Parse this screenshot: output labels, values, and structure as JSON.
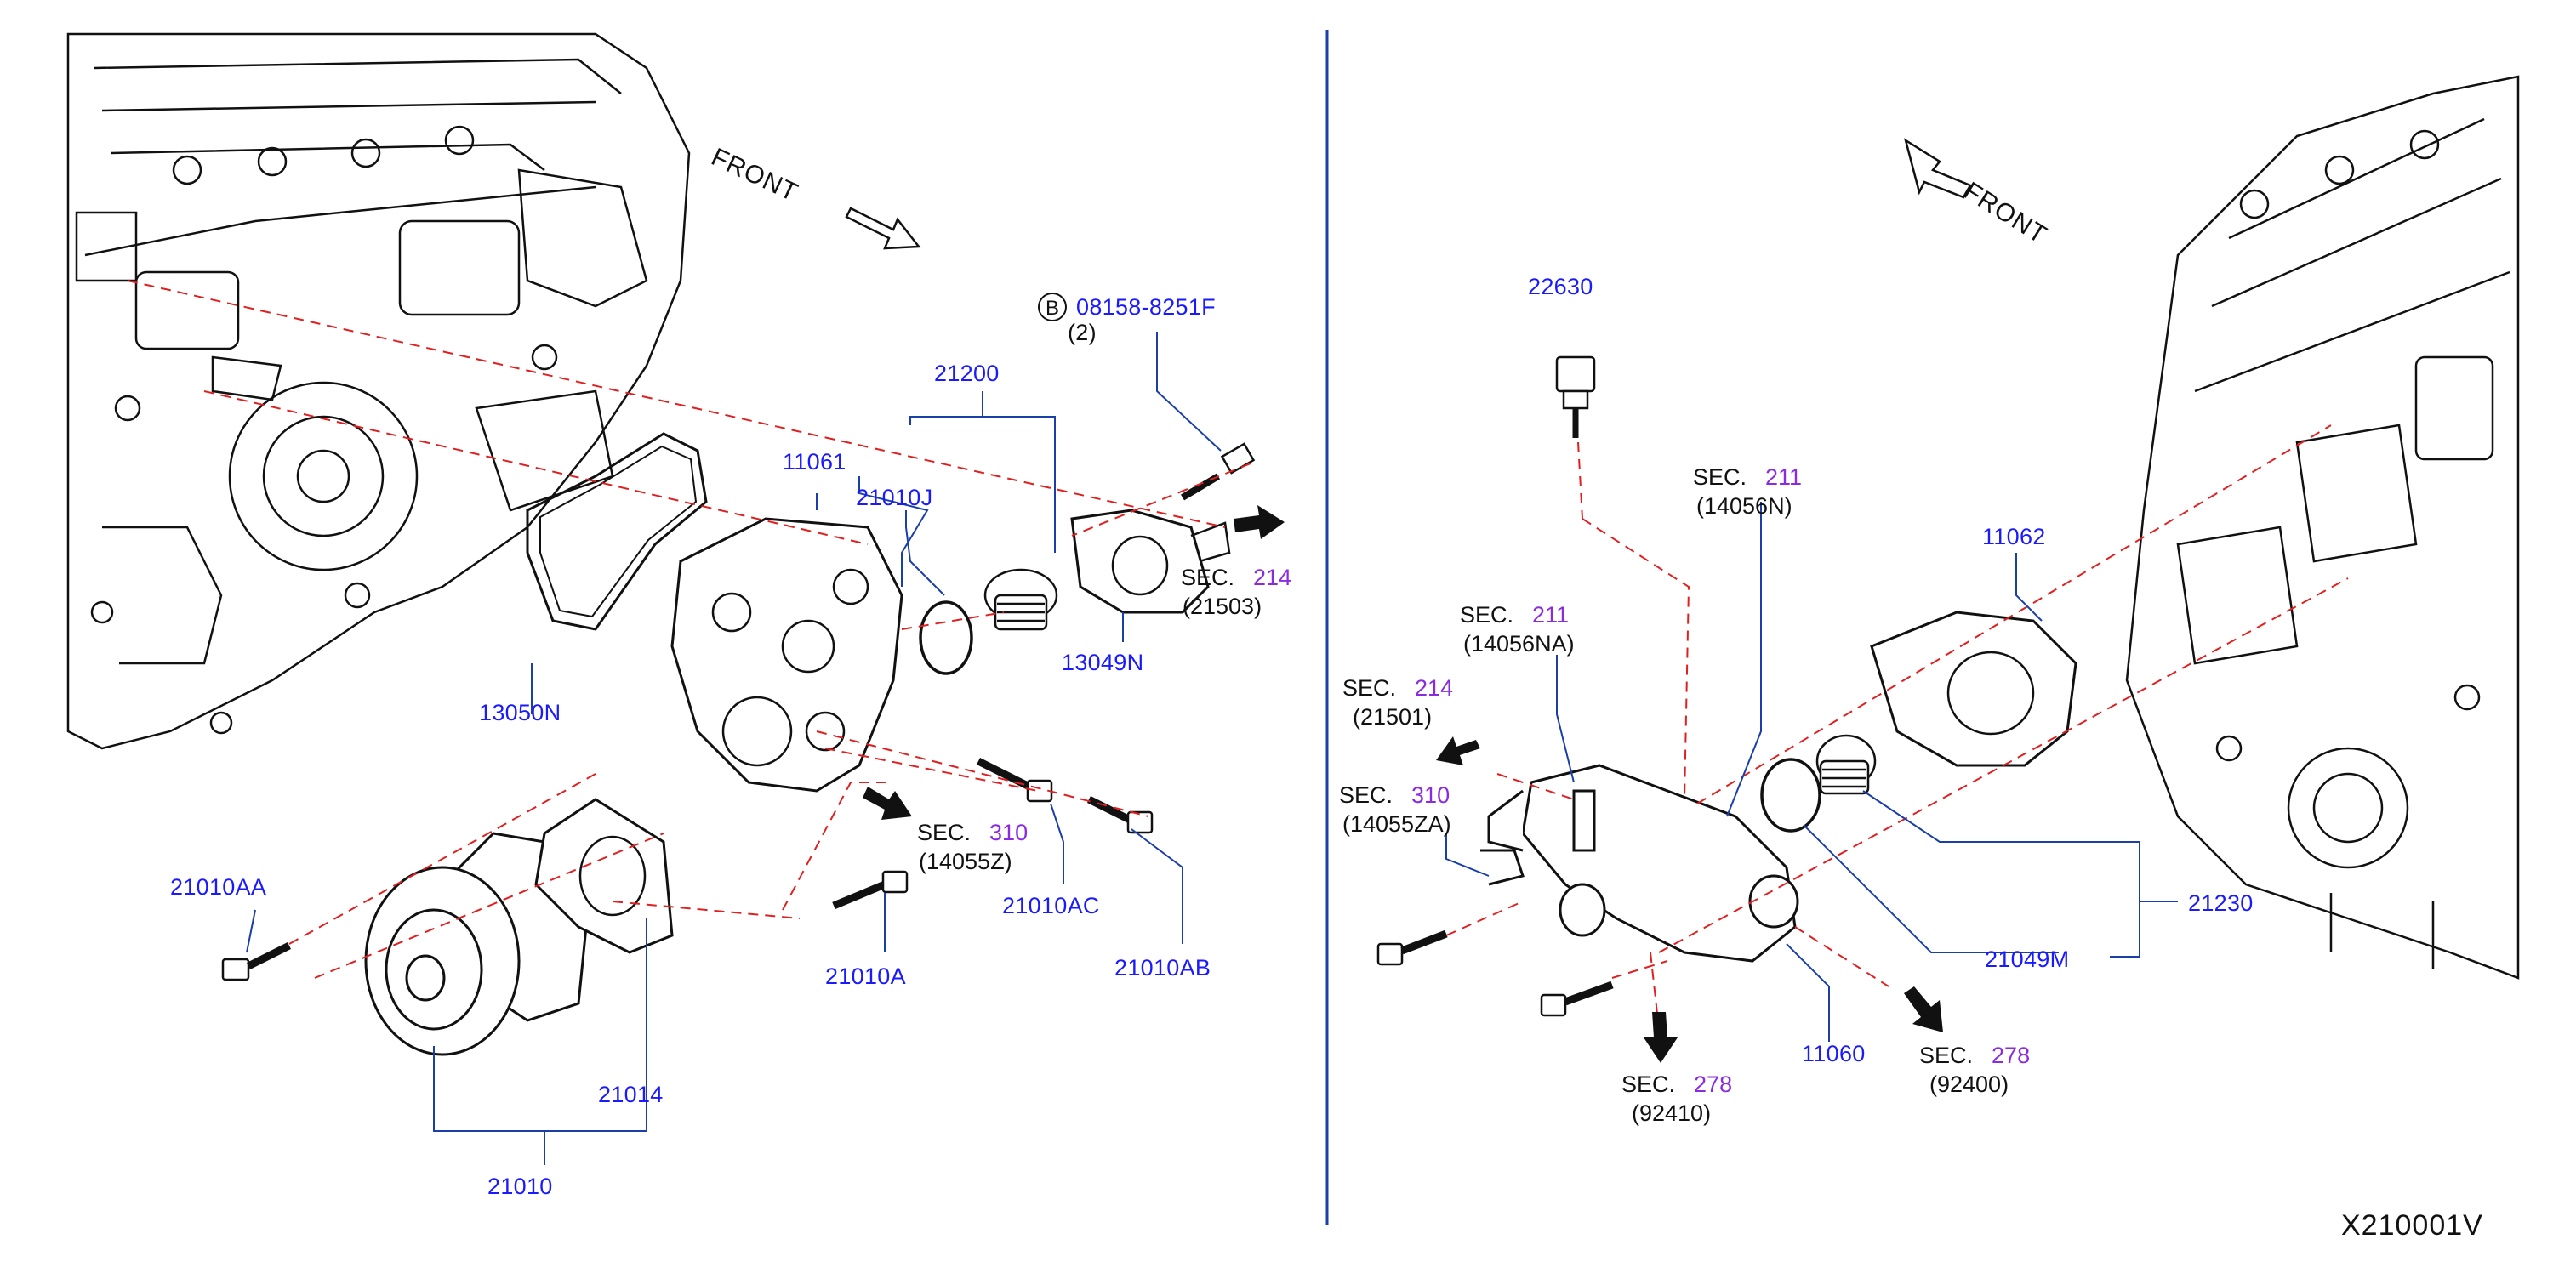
{
  "diagram_code": "X210001V",
  "front_label": "FRONT",
  "bolt_badge": "B",
  "parts": {
    "p13050N": "13050N",
    "p11061": "11061",
    "p21200": "21200",
    "p21010J": "21010J",
    "p13049N": "13049N",
    "p08158": "08158-8251F",
    "p08158_qty": "(2)",
    "p21010AA": "21010AA",
    "p21010AC": "21010AC",
    "p21010AB": "21010AB",
    "p21010A": "21010A",
    "p21014": "21014",
    "p21010": "21010",
    "p22630": "22630",
    "p11062": "11062",
    "p21230": "21230",
    "p21049M": "21049M",
    "p11060": "11060"
  },
  "sections": {
    "sec214_21503": {
      "word": "SEC.",
      "num": "214",
      "sub": "(21503)"
    },
    "sec310_14055Z": {
      "word": "SEC.",
      "num": "310",
      "sub": "(14055Z)"
    },
    "sec211_14056N": {
      "word": "SEC.",
      "num": "211",
      "sub": "(14056N)"
    },
    "sec211_14056NA": {
      "word": "SEC.",
      "num": "211",
      "sub": "(14056NA)"
    },
    "sec214_21501": {
      "word": "SEC.",
      "num": "214",
      "sub": "(21501)"
    },
    "sec310_14055ZA": {
      "word": "SEC.",
      "num": "310",
      "sub": "(14055ZA)"
    },
    "sec278_92410": {
      "word": "SEC.",
      "num": "278",
      "sub": "(92410)"
    },
    "sec278_92400": {
      "word": "SEC.",
      "num": "278",
      "sub": "(92400)"
    }
  },
  "colors": {
    "part_number": "#1a1aff",
    "section_number": "#8a2be2",
    "divider": "#1a3fa8",
    "dash_line": "#e02020",
    "line_art": "#111111"
  }
}
